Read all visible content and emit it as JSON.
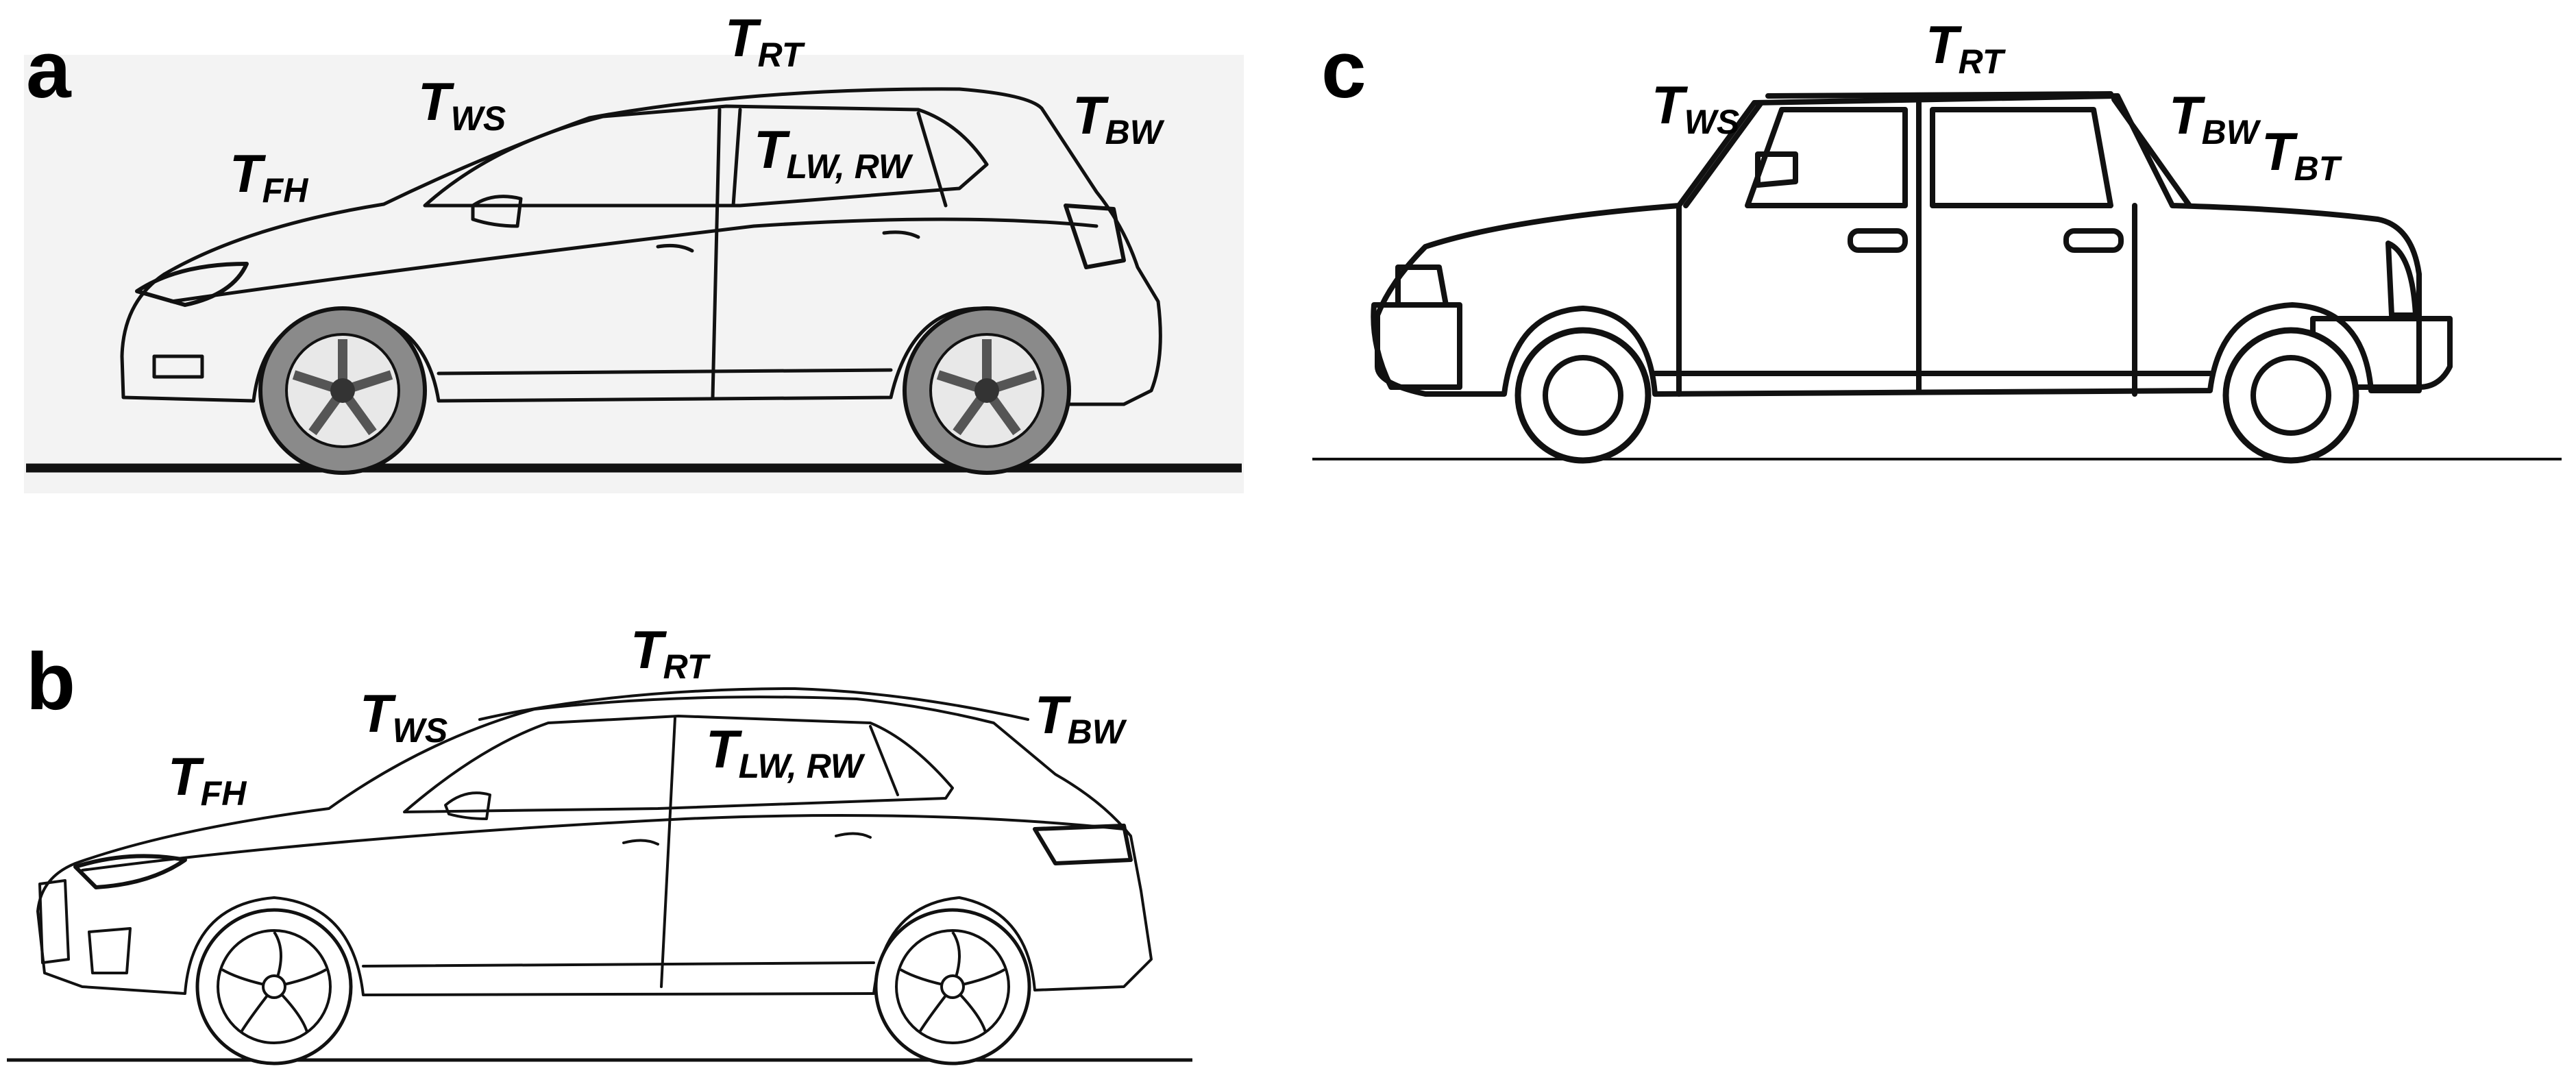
{
  "panels": {
    "a": {
      "letter": "a",
      "labels": {
        "fh": {
          "main": "T",
          "sub": "FH"
        },
        "ws": {
          "main": "T",
          "sub": "WS"
        },
        "rt": {
          "main": "T",
          "sub": "RT"
        },
        "lw_rw": {
          "main": "T",
          "sub": "LW, RW"
        },
        "bw": {
          "main": "T",
          "sub": "BW"
        }
      }
    },
    "b": {
      "letter": "b",
      "labels": {
        "fh": {
          "main": "T",
          "sub": "FH"
        },
        "ws": {
          "main": "T",
          "sub": "WS"
        },
        "rt": {
          "main": "T",
          "sub": "RT"
        },
        "lw_rw": {
          "main": "T",
          "sub": "LW, RW"
        },
        "bw": {
          "main": "T",
          "sub": "BW"
        }
      }
    },
    "c": {
      "letter": "c",
      "labels": {
        "ws": {
          "main": "T",
          "sub": "WS"
        },
        "rt": {
          "main": "T",
          "sub": "RT"
        },
        "bw": {
          "main": "T",
          "sub": "BW"
        },
        "bt": {
          "main": "T",
          "sub": "BT"
        }
      }
    }
  },
  "colors": {
    "line": "#111111",
    "panel_a_background": "#f2f2f2",
    "tire_gray": "#8a8a8a"
  }
}
